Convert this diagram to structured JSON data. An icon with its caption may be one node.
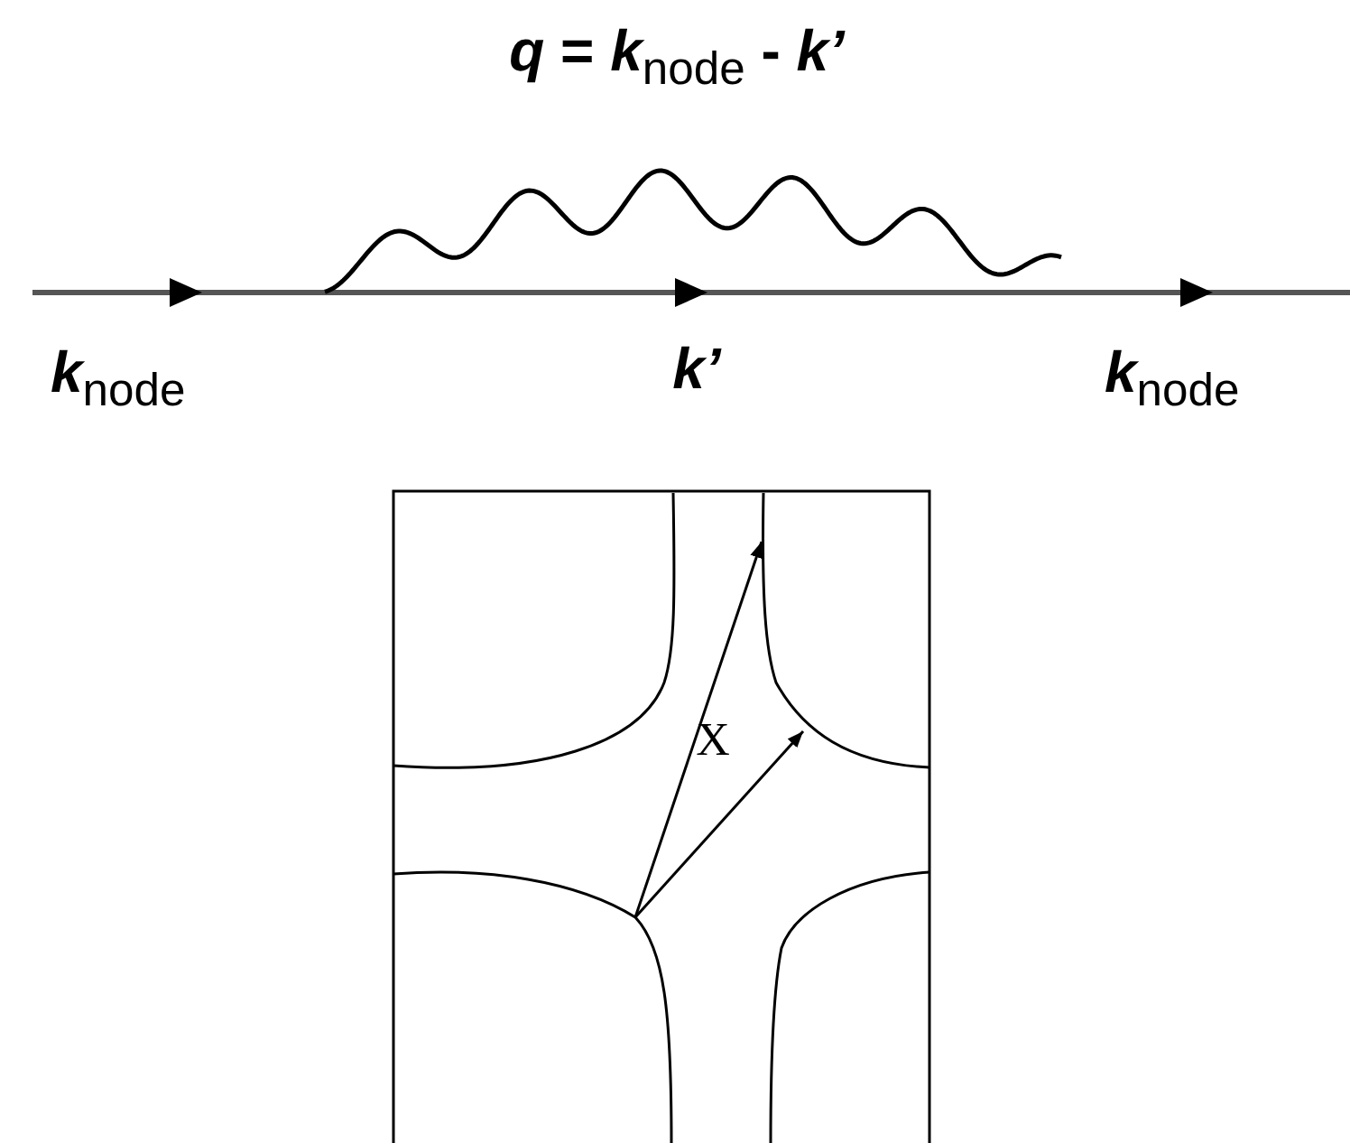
{
  "diagram": {
    "labels": [
      "*q* = *k*$_{node}$ - *k’*",
      "*k*$_{node}$",
      "*k’*",
      "*k*$_{node}$",
      "X"
    ]
  }
}
